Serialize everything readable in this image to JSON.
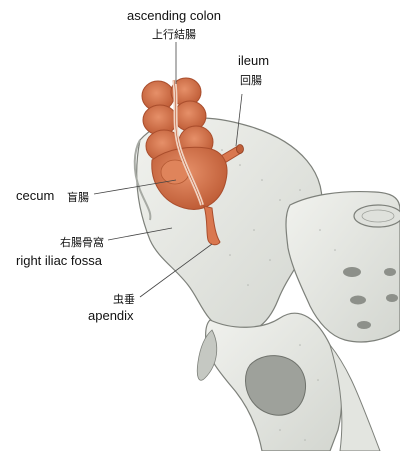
{
  "labels": {
    "ascending_colon": {
      "en": "ascending colon",
      "jp": "上行結腸"
    },
    "ileum": {
      "en": "ileum",
      "jp": "回腸"
    },
    "cecum": {
      "en": "cecum",
      "jp": "盲腸"
    },
    "right_iliac_fossa": {
      "en": "right iliac fossa",
      "jp": "右腸骨窩"
    },
    "appendix": {
      "en": "apendix",
      "jp": "虫垂"
    }
  },
  "colors": {
    "bone_fill": "#e9ebe6",
    "bone_shadow": "#c9ccc6",
    "bone_outline": "#7d807a",
    "colon_fill": "#d9774f",
    "colon_dark": "#a94d2c",
    "leader_line": "#444444"
  }
}
